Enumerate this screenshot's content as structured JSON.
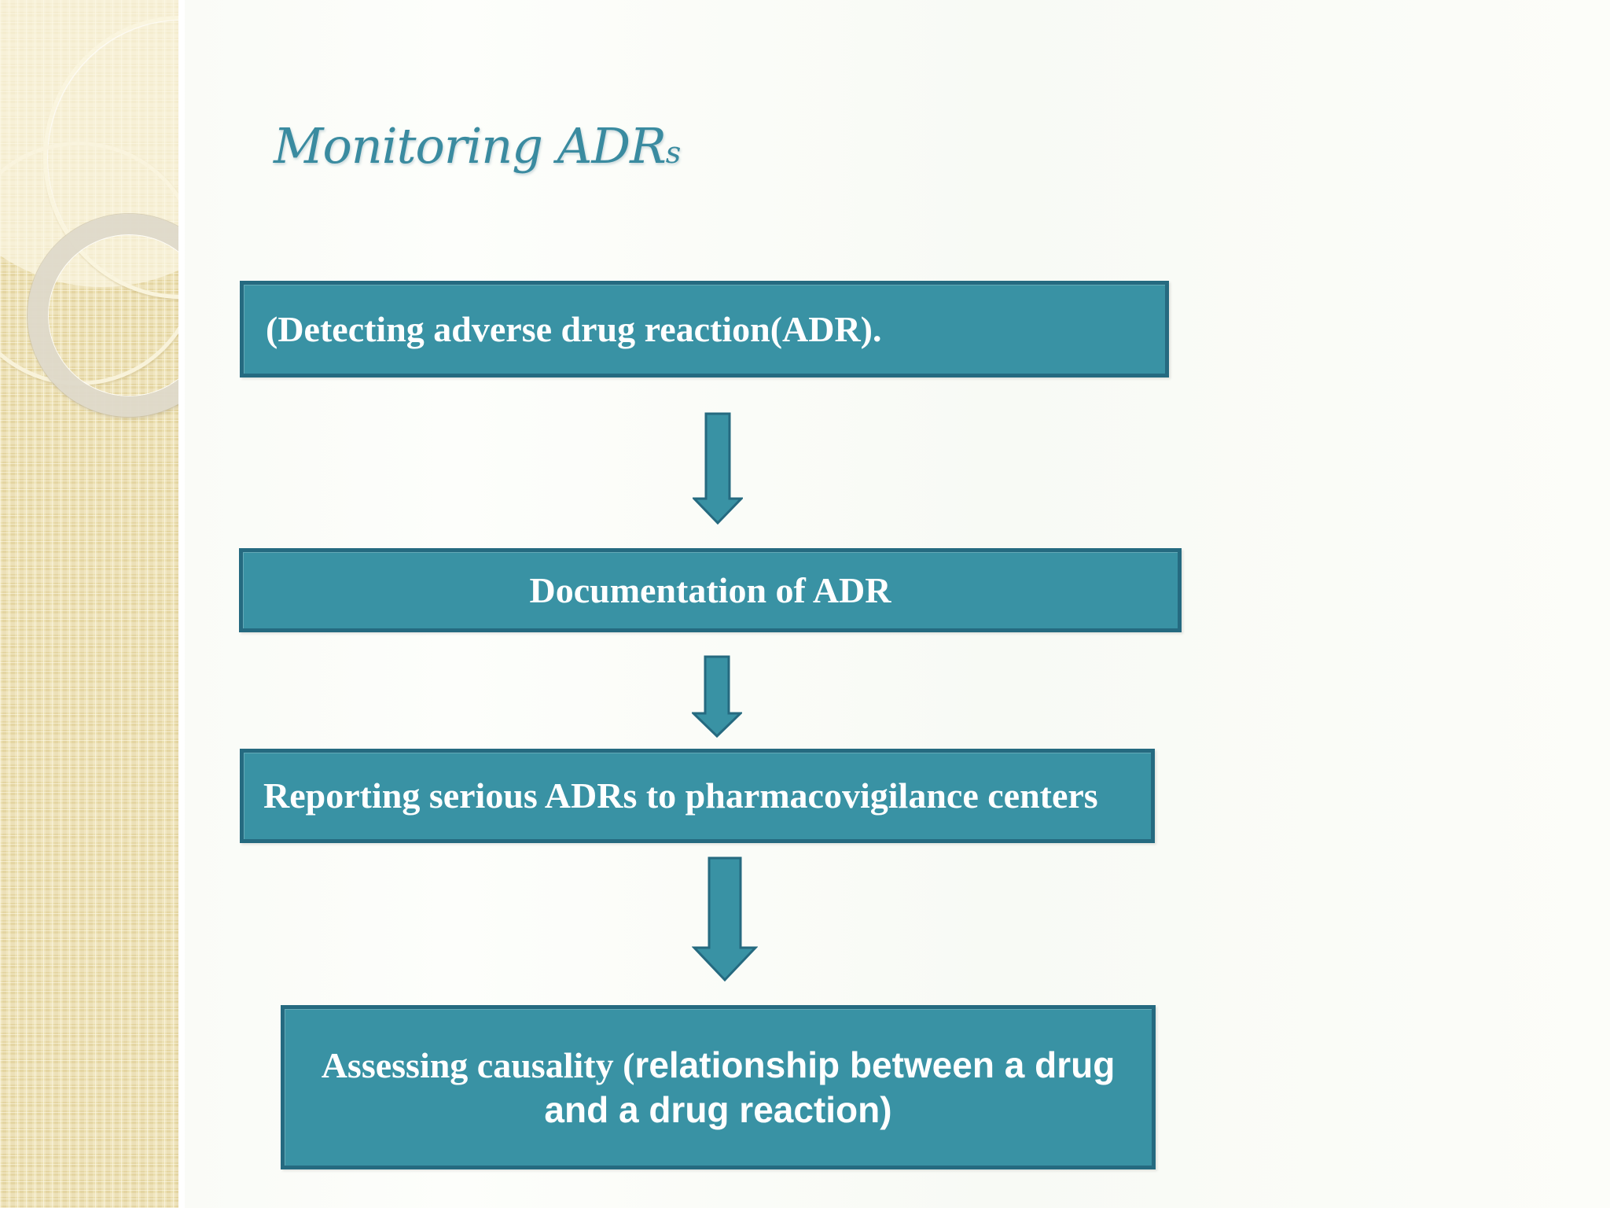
{
  "slide": {
    "title": "Monitoring ADR",
    "title_suffix": "s"
  },
  "flowchart": {
    "steps": [
      {
        "text": "(Detecting adverse drug reaction(ADR)."
      },
      {
        "text": "Documentation of ADR"
      },
      {
        "text": "Reporting serious ADRs to pharmacovigilance centers"
      },
      {
        "text_serif": "Assessing causality (",
        "text_sans": "relationship between a drug and a drug reaction)"
      }
    ]
  },
  "colors": {
    "box_fill": "#3992a4",
    "box_border": "#256a80",
    "box_text": "#ffffff",
    "title_text": "#3a8ba0",
    "sidebar_base": "#ebdfb0",
    "sidebar_rings": "#f6efd7"
  }
}
